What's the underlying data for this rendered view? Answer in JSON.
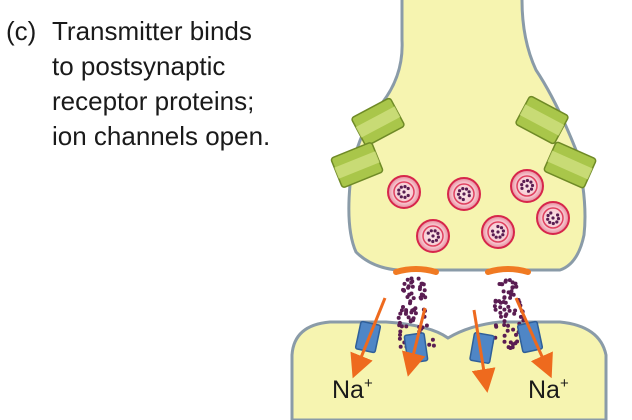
{
  "caption": {
    "letter": "(c)",
    "lines": [
      "Transmitter binds",
      "to postsynaptic",
      "receptor proteins;",
      "ion channels open."
    ]
  },
  "ion_labels": [
    {
      "base": "Na",
      "charge": "+"
    },
    {
      "base": "Na",
      "charge": "+"
    }
  ],
  "colors": {
    "terminal_fill": "#f6f4b0",
    "membrane_outline": "#8a9ba8",
    "vesicle_ring": "#d7264b",
    "transmitter_dot": "#5a1d52",
    "release_site": "#f07a22",
    "ion_arrow": "#ee6a1e",
    "postsynaptic_receptor": "#4f86c6",
    "presynaptic_channel": "#a9c64a"
  }
}
